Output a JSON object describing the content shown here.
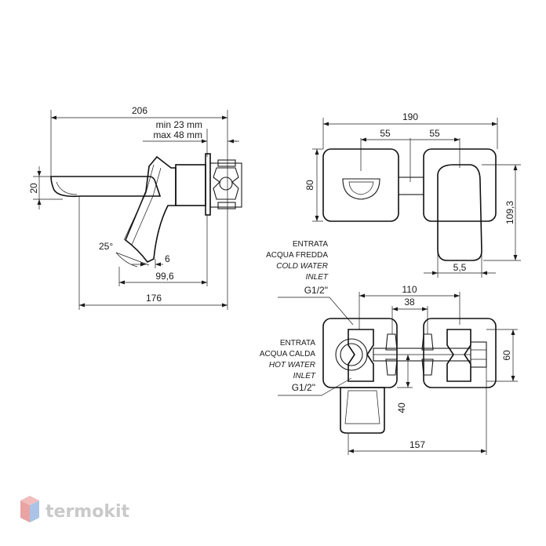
{
  "dimensions": {
    "side_length": "206",
    "min_depth": "min 23 mm",
    "max_depth": "max 48 mm",
    "height_20": "20",
    "angle": "25°",
    "gap_6": "6",
    "reach_99": "99,6",
    "reach_176": "176",
    "front_width": "190",
    "front_55_left": "55",
    "front_55_right": "55",
    "front_height": "80",
    "front_109": "109,3",
    "front_5_5": "5,5",
    "top_110": "110",
    "top_38": "38",
    "top_60": "60",
    "top_40": "40",
    "top_157": "157"
  },
  "labels": {
    "cold": [
      "ENTRATA",
      "ACQUA FREDDA",
      "COLD WATER",
      "INLET",
      "G1/2\""
    ],
    "hot": [
      "ENTRATA",
      "ACQUA CALDA",
      "HOT WATER",
      "INLET",
      "G1/2\""
    ]
  },
  "brand": {
    "name": "termokit",
    "colors": {
      "logo_red": "#e9a3a3",
      "logo_blue": "#a9c4e6",
      "text": "#c9c9c9"
    }
  }
}
